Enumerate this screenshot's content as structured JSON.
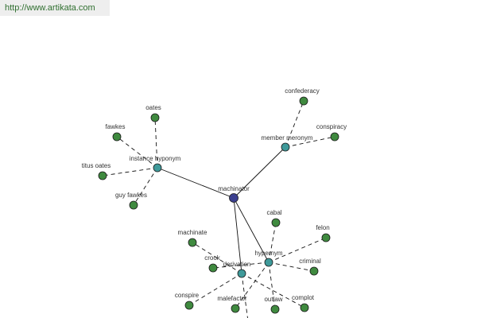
{
  "header": {
    "link_text": "http://www.artikata.com"
  },
  "graph": {
    "colors": {
      "center": "#3b3f8f",
      "relation": "#3f9a9a",
      "term": "#3f8a3f",
      "edge": "#111111",
      "node_stroke": "#1a1a1a"
    },
    "nodes": [
      {
        "id": "machinator",
        "label": "machinator",
        "kind": "center"
      },
      {
        "id": "instance_hyponym",
        "label": "instance hyponym",
        "kind": "relation"
      },
      {
        "id": "member_meronym",
        "label": "member meronym",
        "kind": "relation"
      },
      {
        "id": "hypernym",
        "label": "hypernym",
        "kind": "relation"
      },
      {
        "id": "derivation",
        "label": "derivation",
        "kind": "relation"
      },
      {
        "id": "oates",
        "label": "oates",
        "kind": "term"
      },
      {
        "id": "fawkes",
        "label": "fawkes",
        "kind": "term"
      },
      {
        "id": "titus_oates",
        "label": "titus oates",
        "kind": "term"
      },
      {
        "id": "guy_fawkes",
        "label": "guy fawkes",
        "kind": "term"
      },
      {
        "id": "confederacy",
        "label": "confederacy",
        "kind": "term"
      },
      {
        "id": "conspiracy",
        "label": "conspiracy",
        "kind": "term"
      },
      {
        "id": "cabal",
        "label": "cabal",
        "kind": "term"
      },
      {
        "id": "felon",
        "label": "felon",
        "kind": "term"
      },
      {
        "id": "criminal",
        "label": "criminal",
        "kind": "term"
      },
      {
        "id": "crook",
        "label": "crook",
        "kind": "term"
      },
      {
        "id": "outlaw",
        "label": "outlaw",
        "kind": "term"
      },
      {
        "id": "malefactor",
        "label": "malefactor",
        "kind": "term"
      },
      {
        "id": "machinate",
        "label": "machinate",
        "kind": "term"
      },
      {
        "id": "conspire",
        "label": "conspire",
        "kind": "term"
      },
      {
        "id": "complot",
        "label": "complot",
        "kind": "term"
      }
    ],
    "edges": [
      {
        "from": "machinator",
        "to": "instance_hyponym",
        "style": "solid"
      },
      {
        "from": "machinator",
        "to": "member_meronym",
        "style": "solid"
      },
      {
        "from": "machinator",
        "to": "hypernym",
        "style": "solid"
      },
      {
        "from": "machinator",
        "to": "derivation",
        "style": "solid"
      },
      {
        "from": "instance_hyponym",
        "to": "oates",
        "style": "dashed"
      },
      {
        "from": "instance_hyponym",
        "to": "fawkes",
        "style": "dashed"
      },
      {
        "from": "instance_hyponym",
        "to": "titus_oates",
        "style": "dashed"
      },
      {
        "from": "instance_hyponym",
        "to": "guy_fawkes",
        "style": "dashed"
      },
      {
        "from": "member_meronym",
        "to": "confederacy",
        "style": "dashed"
      },
      {
        "from": "member_meronym",
        "to": "conspiracy",
        "style": "dashed"
      },
      {
        "from": "hypernym",
        "to": "cabal",
        "style": "dashed"
      },
      {
        "from": "hypernym",
        "to": "felon",
        "style": "dashed"
      },
      {
        "from": "hypernym",
        "to": "criminal",
        "style": "dashed"
      },
      {
        "from": "hypernym",
        "to": "crook",
        "style": "dashed"
      },
      {
        "from": "hypernym",
        "to": "outlaw",
        "style": "dashed"
      },
      {
        "from": "hypernym",
        "to": "malefactor",
        "style": "dashed"
      },
      {
        "from": "derivation",
        "to": "machinate",
        "style": "dashed"
      },
      {
        "from": "derivation",
        "to": "conspire",
        "style": "dashed"
      },
      {
        "from": "derivation",
        "to": "complot",
        "style": "dashed"
      },
      {
        "from": "derivation",
        "to": "off_bottom",
        "style": "dashed"
      }
    ]
  }
}
